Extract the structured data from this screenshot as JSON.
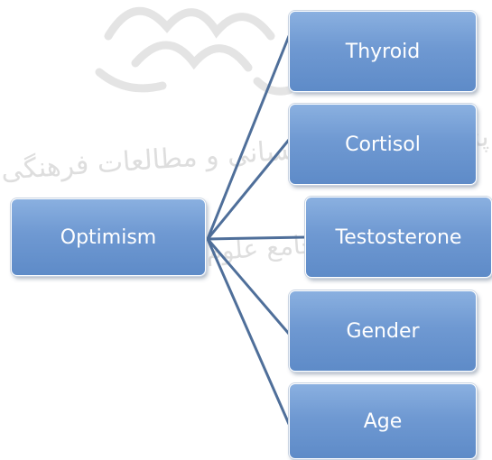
{
  "diagram": {
    "root": {
      "label": "Optimism"
    },
    "children": [
      {
        "label": "Thyroid"
      },
      {
        "label": "Cortisol"
      },
      {
        "label": "Testosterone"
      },
      {
        "label": "Gender"
      },
      {
        "label": "Age"
      }
    ],
    "colors": {
      "node_fill": "#6f99d2",
      "node_border": "#ffffff",
      "connector": "#4f6f9a",
      "label_text": "#ffffff"
    }
  },
  "watermark": {
    "line1": "پژوهشگاه علوم انسانی و مطالعات فرهنگی",
    "line2": "پرتال جامع علوم انسانی"
  }
}
